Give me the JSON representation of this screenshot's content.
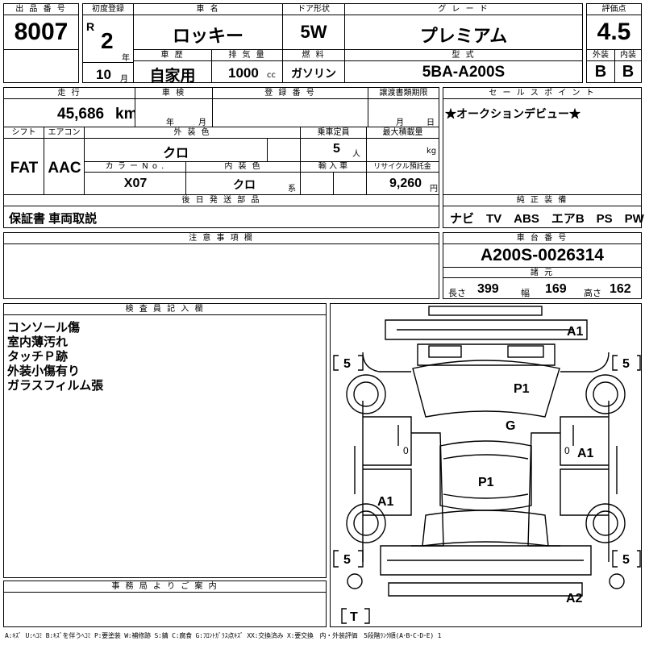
{
  "header": {
    "lot_label": "出 品 番 号",
    "lot_number": "8007",
    "first_reg_label": "初度登録",
    "era_letter": "R",
    "year_value": "2",
    "year_unit": "年",
    "month_value": "10",
    "month_unit": "月",
    "car_name_label": "車 名",
    "car_name": "ロッキー",
    "door_label": "ドア形状",
    "door_value": "5W",
    "grade_label": "グ レ ー ド",
    "grade_value": "プレミアム",
    "score_label": "評価点",
    "score_value": "4.5",
    "history_label": "車 歴",
    "history_value": "自家用",
    "displacement_label": "排 気 量",
    "displacement_value": "1000",
    "displacement_unit": "cc",
    "fuel_label": "燃 料",
    "fuel_value": "ガソリン",
    "model_label": "型 式",
    "model_value": "5BA-A200S",
    "exterior_label": "外装",
    "exterior_value": "B",
    "interior_label": "内装",
    "interior_value": "B"
  },
  "row2": {
    "mileage_label": "走 行",
    "mileage_value": "45,686",
    "mileage_unit": "km",
    "inspection_label": "車 検",
    "inspection_year_unit": "年",
    "inspection_month_unit": "月",
    "plate_label": "登 録 番 号",
    "transfer_label": "譲渡書類期限",
    "transfer_month_unit": "月",
    "transfer_day_unit": "日",
    "shift_label": "シフト",
    "shift_value": "FAT",
    "ac_label": "エアコン",
    "ac_value": "AAC",
    "color_label": "外 装 色",
    "color_value": "クロ",
    "capacity_label": "乗車定員",
    "capacity_value": "5",
    "capacity_unit": "人",
    "load_label": "最大積載量",
    "load_unit": "kg",
    "color_no_label": "カ ラ ー N o .",
    "color_no_value": "X07",
    "int_color_label": "内 装 色",
    "int_color_value": "クロ",
    "int_color_unit": "系",
    "import_label": "輸 入 車",
    "recycle_label": "リサイクル預託金",
    "recycle_value": "9,260",
    "recycle_unit": "円",
    "later_label": "後 日 発 送 部 品",
    "later_value": "保証書 車両取説"
  },
  "sales": {
    "label": "セ ー ル ス ポ イ ン ト",
    "value": "★オークションデビュー★"
  },
  "equipment": {
    "label": "純 正 装 備",
    "value": "ナビ　TV　ABS　エアB　PS　PW"
  },
  "notes": {
    "label": "注 意 事 項 欄"
  },
  "chassis": {
    "label": "車 台 番 号",
    "value": "A200S-0026314",
    "spec_label": "諸 元",
    "length_label": "長さ",
    "length_value": "399",
    "width_label": "幅",
    "width_value": "169",
    "height_label": "高さ",
    "height_value": "162"
  },
  "inspector": {
    "label": "検 査 員 記 入 欄",
    "lines": [
      "コンソール傷",
      "室内薄汚れ",
      "タッチＰ跡",
      "外装小傷有り",
      "ガラスフィルム張"
    ]
  },
  "office": {
    "label": "事 務 局 よ り ご 案 内"
  },
  "diagram": {
    "marks": {
      "a1_top": "A1",
      "p1_front": "P1",
      "g_glass": "G",
      "a1_right": "A1",
      "p1_roof": "P1",
      "a1_left": "A1",
      "a2_rear": "A2",
      "tire_fl": "5",
      "tire_fr": "5",
      "tire_rl": "5",
      "tire_rr": "5",
      "spare": "T",
      "zero_left": "0",
      "zero_right": "0"
    }
  },
  "legend": "A:ｷｽﾞ U:ﾍｺﾐ B:ｷｽﾞを伴うﾍｺﾐ P:要塗装 W:補修跡 S:錆 C:腐食 G:ﾌﾛﾝﾄｶﾞﾗｽ点ｷｽﾞ XX:交換済み X:要交換　内・外装評価　5段階ﾗﾝｸ順(A･B･C･D･E) 1"
}
